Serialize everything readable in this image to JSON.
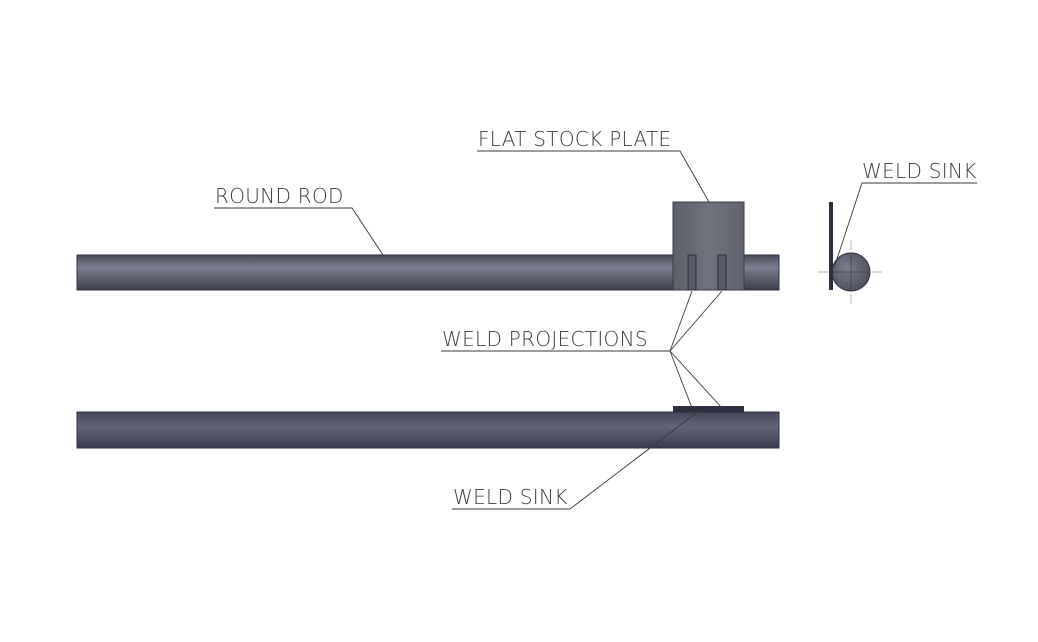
{
  "labels": {
    "round_rod": "ROUND ROD",
    "flat_stock_plate": "FLAT STOCK PLATE",
    "weld_sink_side": "WELD SINK",
    "weld_projections": "WELD PROJECTIONS",
    "weld_sink_bottom": "WELD SINK"
  },
  "colors": {
    "rod_fill": "#585a6a",
    "rod_highlight": "#7c7f8f",
    "rod_edge": "#2e3040",
    "plate_fill": "#6a6c78",
    "plate_edge": "#3a3c48",
    "text": "#3a3a3a"
  }
}
